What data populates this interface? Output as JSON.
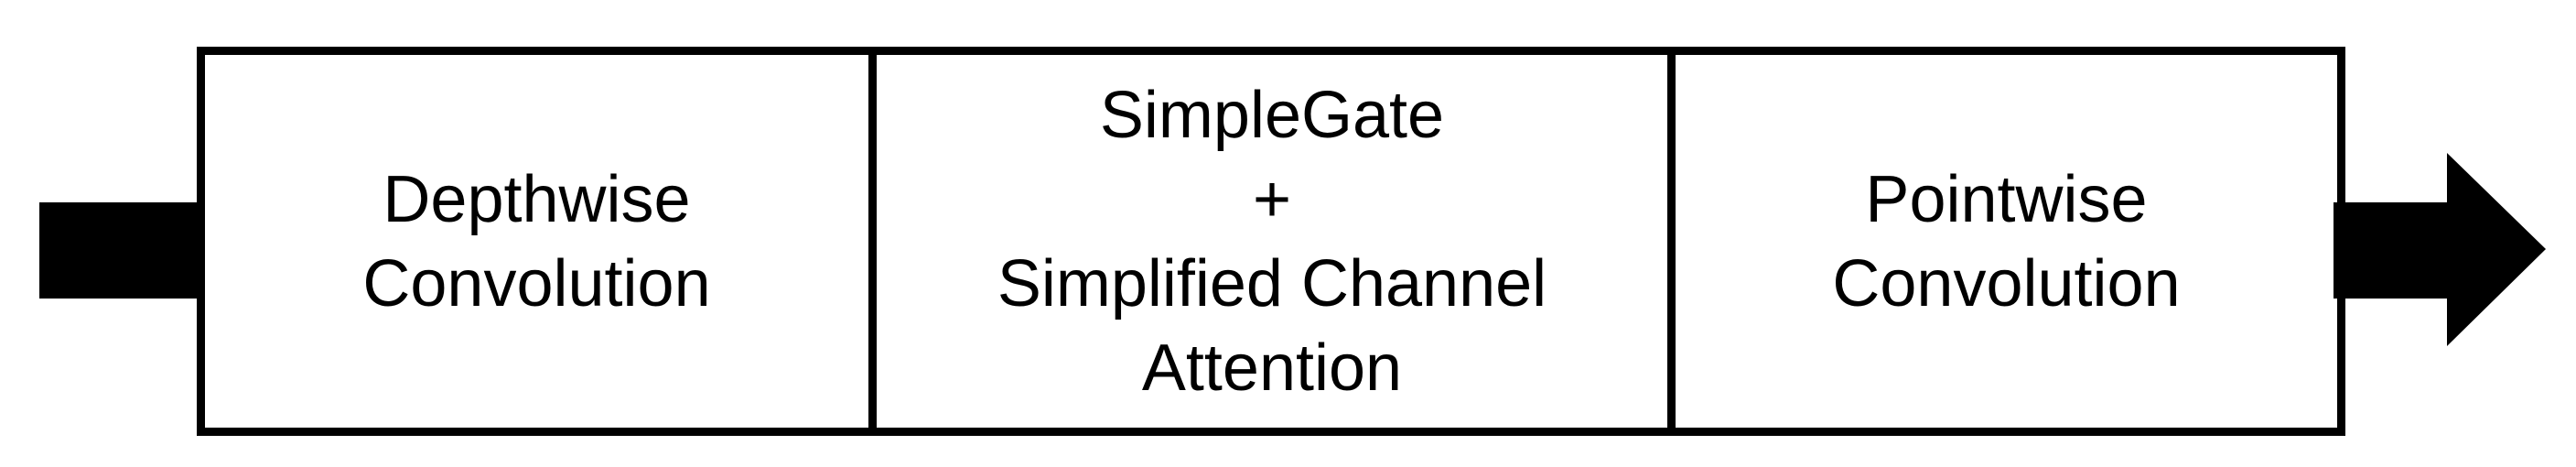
{
  "diagram": {
    "type": "block-diagram",
    "description": "Sequential processing block: input flows through three operations left to right",
    "colors": {
      "background": "#ffffff",
      "box_fill": "#ffffff",
      "box_stroke": "#000000",
      "arrow": "#000000",
      "text": "#000000"
    },
    "boxes": [
      {
        "id": "depthwise-convolution",
        "lines": [
          "Depthwise",
          "Convolution"
        ]
      },
      {
        "id": "simplegate-simplified-channel-attention",
        "lines": [
          "SimpleGate",
          "+",
          "Simplified Channel",
          "Attention"
        ]
      },
      {
        "id": "pointwise-convolution",
        "lines": [
          "Pointwise",
          "Convolution"
        ]
      }
    ],
    "arrows": [
      {
        "name": "input-arrow",
        "direction": "right",
        "style": "thick black shaft entering first box"
      },
      {
        "name": "output-arrow",
        "direction": "right",
        "style": "thick black shaft with triangular head exiting last box"
      }
    ]
  }
}
